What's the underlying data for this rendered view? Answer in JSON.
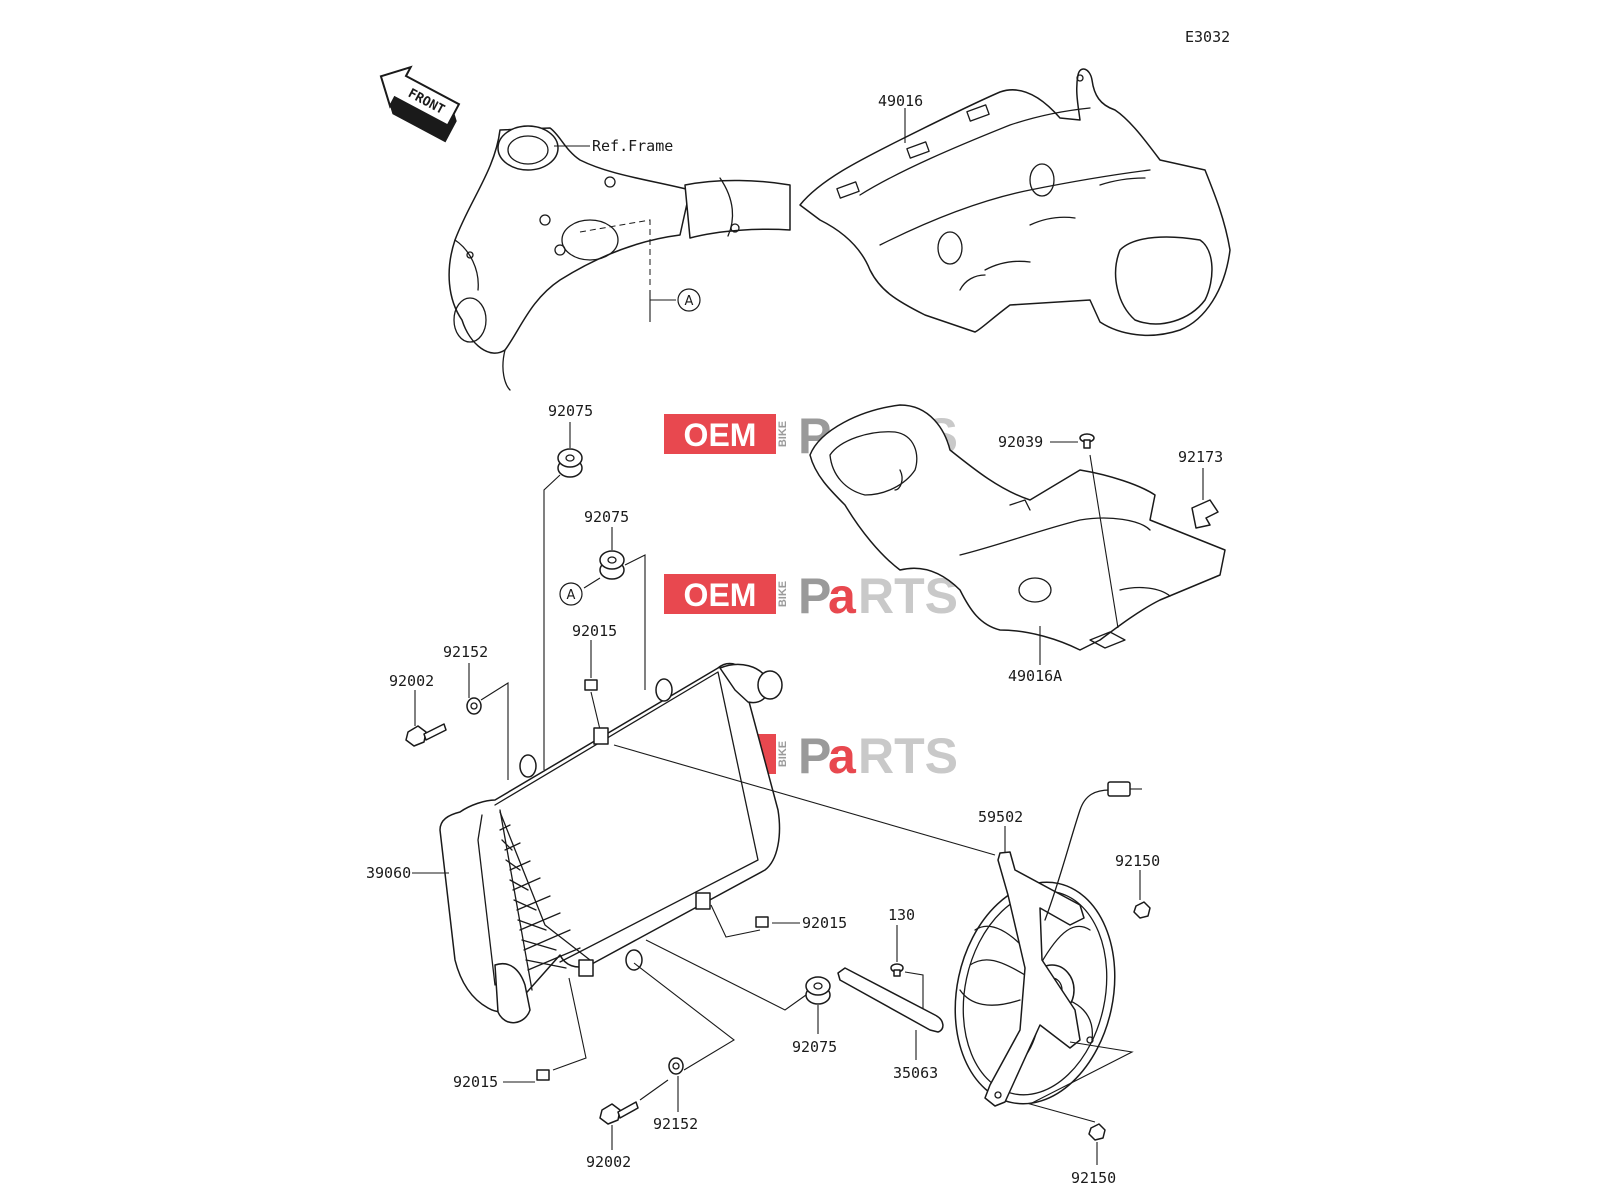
{
  "diagram_code": "E3032",
  "front_arrow_label": "FRONT",
  "ref_frame_label": "Ref.Frame",
  "callout_letter": "A",
  "watermark": {
    "oem": "OEM",
    "bike": "BIKE",
    "p": "P",
    "a": "a",
    "rts": "RTS",
    "colors": {
      "red": "#e8484f",
      "gray": "#9a9a9a",
      "light_gray": "#c9c9c9"
    }
  },
  "parts": [
    {
      "id": "p-49016",
      "label": "49016"
    },
    {
      "id": "p-92075a",
      "label": "92075"
    },
    {
      "id": "p-92075b",
      "label": "92075"
    },
    {
      "id": "p-92039",
      "label": "92039"
    },
    {
      "id": "p-92173",
      "label": "92173"
    },
    {
      "id": "p-92015a",
      "label": "92015"
    },
    {
      "id": "p-92152a",
      "label": "92152"
    },
    {
      "id": "p-92002a",
      "label": "92002"
    },
    {
      "id": "p-49016A",
      "label": "49016A"
    },
    {
      "id": "p-59502",
      "label": "59502"
    },
    {
      "id": "p-39060",
      "label": "39060"
    },
    {
      "id": "p-92150a",
      "label": "92150"
    },
    {
      "id": "p-92015b",
      "label": "92015"
    },
    {
      "id": "p-130",
      "label": "130"
    },
    {
      "id": "p-92075c",
      "label": "92075"
    },
    {
      "id": "p-35063",
      "label": "35063"
    },
    {
      "id": "p-92015c",
      "label": "92015"
    },
    {
      "id": "p-92152b",
      "label": "92152"
    },
    {
      "id": "p-92002b",
      "label": "92002"
    },
    {
      "id": "p-92150b",
      "label": "92150"
    }
  ]
}
